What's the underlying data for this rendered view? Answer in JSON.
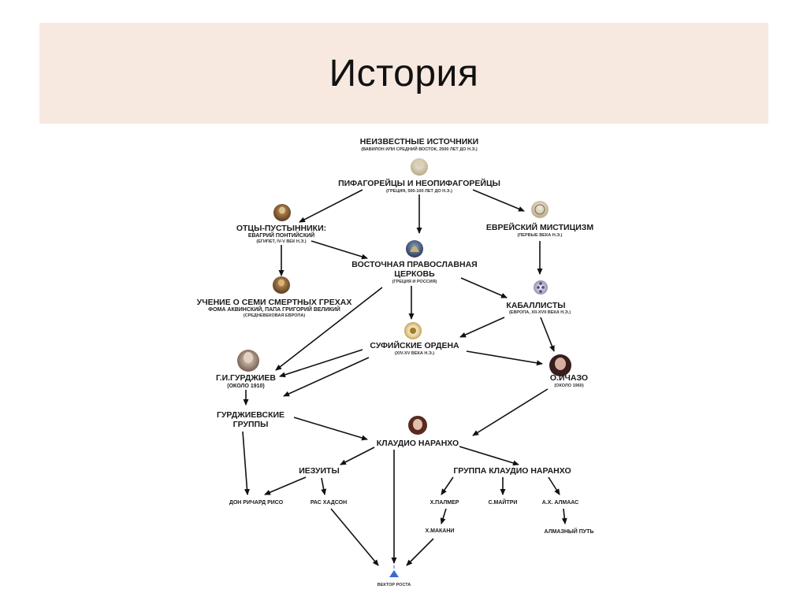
{
  "slide": {
    "title": "История"
  },
  "diagram": {
    "nodes": {
      "unknown": {
        "line1": "НЕИЗВЕСТНЫЕ ИСТОЧНИКИ",
        "sub": "(ВАВИЛОН ИЛИ СРЕДНИЙ ВОСТОК, 2500 ЛЕТ ДО Н.Э.)"
      },
      "pythagoreans": {
        "line1": "ПИФАГОРЕЙЦЫ И НЕОПИФАГОРЕЙЦЫ",
        "sub": "(ГРЕЦИЯ, 500-100 ЛЕТ ДО Н.Э.)"
      },
      "desert_fathers": {
        "line1": "ОТЦЫ-ПУСТЫННИКИ:",
        "line2": "ЕВАГРИЙ ПОНТИЙСКИЙ",
        "sub": "(ЕГИПЕТ, IV-V ВЕК Н.Э.)"
      },
      "jewish_mysticism": {
        "line1": "ЕВРЕЙСКИЙ МИСТИЦИЗМ",
        "sub": "(ПЕРВЫЕ ВЕКА Н.Э.)"
      },
      "orthodox": {
        "line1": "ВОСТОЧНАЯ ПРАВОСЛАВНАЯ",
        "line2": "ЦЕРКОВЬ",
        "sub": "(ГРЕЦИЯ И РОССИЯ)"
      },
      "seven_sins": {
        "line1": "УЧЕНИЕ О СЕМИ СМЕРТНЫХ ГРЕХАХ",
        "line2": "ФОМА АКВИНСКИЙ, ПАПА ГРИГОРИЙ ВЕЛИКИЙ",
        "sub": "(СРЕДНЕВЕКОВАЯ ЕВРОПА)"
      },
      "kabbalists": {
        "line1": "КАБАЛЛИСТЫ",
        "sub": "(ЕВРОПА, XII-XVII ВЕКА Н.Э.)"
      },
      "sufi": {
        "line1": "СУФИЙСКИЕ ОРДЕНА",
        "sub": "(XIV-XV ВЕКА Н.Э.)"
      },
      "gurdjieff": {
        "line1": "Г.И.ГУРДЖИЕВ",
        "sub": "(ОКОЛО 1910)"
      },
      "ichazo": {
        "line1": "О.ИЧАЗО",
        "sub": "(ОКОЛО 1960)"
      },
      "gurdjieff_groups": {
        "line1": "ГУРДЖИЕВСКИЕ",
        "line2": "ГРУППЫ"
      },
      "naranjo": {
        "line1": "КЛАУДИО НАРАНХО"
      },
      "jesuits": {
        "line1": "ИЕЗУИТЫ"
      },
      "naranjo_group": {
        "line1": "ГРУППА КЛАУДИО НАРАНХО"
      },
      "riso": {
        "line1": "ДОН РИЧАРД РИСО"
      },
      "hudson": {
        "line1": "РАС ХАДСОН"
      },
      "palmer": {
        "line1": "Х.ПАЛМЕР"
      },
      "maitri": {
        "line1": "С.МАЙТРИ"
      },
      "almaas": {
        "line1": "А.Х. АЛМААС"
      },
      "makani": {
        "line1": "Х.МАКАНИ"
      },
      "diamond": {
        "line1": "АЛМАЗНЫЙ ПУТЬ"
      },
      "vector": {
        "line1": "ВЕКТОР РОСТА"
      }
    }
  }
}
